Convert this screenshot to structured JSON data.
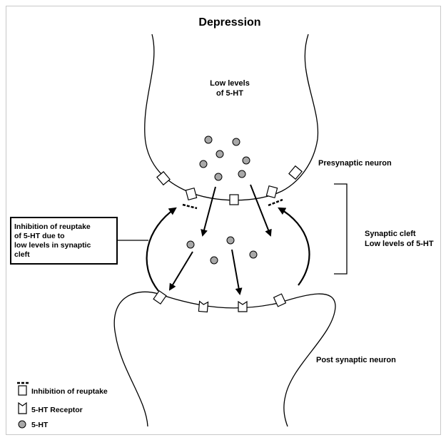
{
  "title": "Depression",
  "presynaptic_text": [
    "Low levels",
    "of 5-HT"
  ],
  "presynaptic_label": "Presynaptic neuron",
  "synaptic_cleft_label": [
    "Synaptic cleft",
    "Low levels of 5-HT"
  ],
  "postsynaptic_label": "Post synaptic neuron",
  "inhibition_box_text": [
    "Inhibition of reuptake",
    "of 5-HT due to",
    "low levels in synaptic",
    "cleft"
  ],
  "legend": {
    "inhibition": "Inhibition of reuptake",
    "receptor": "5-HT Receptor",
    "serotonin": "5-HT"
  },
  "colors": {
    "dot": "#a8a8a8",
    "stroke": "#000000"
  }
}
